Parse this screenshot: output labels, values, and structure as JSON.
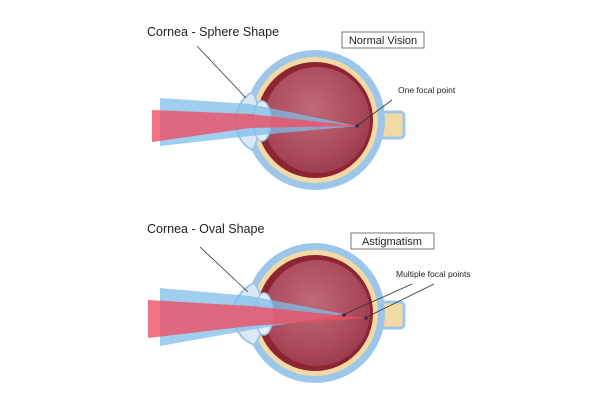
{
  "panels": {
    "normal": {
      "title": "Normal Vision",
      "cornea_label": "Cornea - Sphere Shape",
      "focal_label": "One focal point"
    },
    "astigmatism": {
      "title": "Astigmatism",
      "cornea_label": "Cornea - Oval Shape",
      "focal_label": "Multiple focal points"
    }
  },
  "colors": {
    "sclera_blue": "#9cc7ea",
    "eye_outer_tan": "#f3d9a4",
    "eye_red_ring": "#8e2331",
    "eye_inner": "#b25563",
    "light_blue": "#7fbde9",
    "light_red": "#ee4f63",
    "cornea": "#dbe9f6",
    "leader_line": "#333333"
  }
}
